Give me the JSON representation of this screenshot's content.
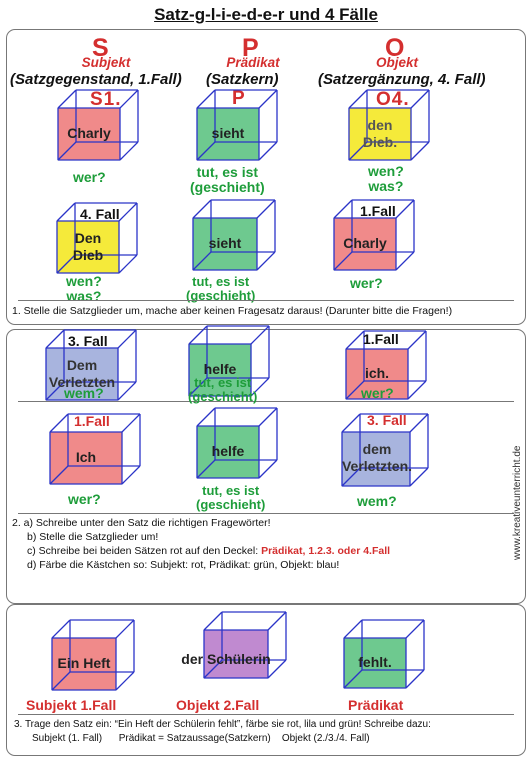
{
  "title": "Satz-g-l-i-e-d-e-r und 4 Fälle",
  "header": {
    "columns": [
      {
        "letter": "S",
        "role": "Subjekt",
        "desc": "(Satzgegenstand, 1.Fall)",
        "lid": "S1."
      },
      {
        "letter": "P",
        "role": "Prädikat",
        "desc": "(Satzkern)",
        "lid": "P"
      },
      {
        "letter": "O",
        "role": "Objekt",
        "desc": "(Satzergänzung, 4. Fall)",
        "lid": "O4."
      }
    ]
  },
  "section1": {
    "row1": [
      {
        "text": "Charly",
        "color": "#f08a8a",
        "question": "wer?"
      },
      {
        "text": "sieht",
        "color": "#6ec98f",
        "question": "tut, es ist\n(geschieht)"
      },
      {
        "text": "den\nDieb.",
        "color": "#f5ea3a",
        "question": "wen?\nwas?"
      }
    ],
    "row2": [
      {
        "lid": "4. Fall",
        "text": "Den\nDieb",
        "color": "#f5ea3a",
        "question": "wen?\nwas?"
      },
      {
        "text": "sieht",
        "color": "#6ec98f",
        "question": "tut, es ist\n(geschieht)"
      },
      {
        "lid": "1.Fall",
        "text": "Charly",
        "color": "#f08a8a",
        "question": "wer?"
      }
    ],
    "instruction": "1. Stelle die Satzglieder um, mache aber keinen Fragesatz daraus! (Darunter bitte die Fragen!)"
  },
  "section2": {
    "row1": [
      {
        "lid": "3. Fall",
        "text": "Dem\nVerletzten",
        "color": "#a8b4de",
        "question": "wem?"
      },
      {
        "text": "helfe",
        "color": "#6ec98f",
        "question": "tut, es ist\n(geschieht)"
      },
      {
        "lid": "1.Fall",
        "text": "ich.",
        "color": "#f08a8a",
        "question": "wer?"
      }
    ],
    "row2": [
      {
        "lid": "1.Fall",
        "text": "Ich",
        "color": "#f08a8a",
        "question": "wer?"
      },
      {
        "text": "helfe",
        "color": "#6ec98f",
        "question": "tut, es ist\n(geschieht)"
      },
      {
        "lid": "3. Fall",
        "text": "dem\nVerletzten.",
        "color": "#a8b4de",
        "question": "wem?"
      }
    ],
    "instructions": {
      "a": "2. a) Schreibe unter den Satz die richtigen Fragewörter!",
      "b": "b) Stelle die Satzglieder um!",
      "c_prefix": "c) Schreibe bei beiden Sätzen rot auf den Deckel: ",
      "c_highlight": "Prädikat, 1.2.3. oder 4.Fall",
      "d": "d) Färbe die Kästchen so: Subjekt: rot, Prädikat: grün, Objekt: blau!"
    }
  },
  "section3": {
    "cubes": [
      {
        "text": "Ein Heft",
        "color": "#f08a8a",
        "label": "Subjekt 1.Fall"
      },
      {
        "text": "der Schülerin",
        "color": "#c08ad0",
        "label": "Objekt 2.Fall"
      },
      {
        "text": "fehlt.",
        "color": "#6ec98f",
        "label": "Prädikat"
      }
    ],
    "instructions": {
      "line1": "3. Trage den Satz ein: “Ein Heft der Schülerin fehlt”, färbe sie rot, lila und grün! Schreibe dazu:",
      "line2": "Subjekt (1. Fall)      Prädikat = Satzaussage(Satzkern)    Objekt (2./3./4. Fall)"
    }
  },
  "sidebar_text": "www.kreativeunterricht.de",
  "colors": {
    "accent_red": "#d42f2f",
    "question_green": "#1e9d3a",
    "cube_line": "#2b34c8"
  }
}
